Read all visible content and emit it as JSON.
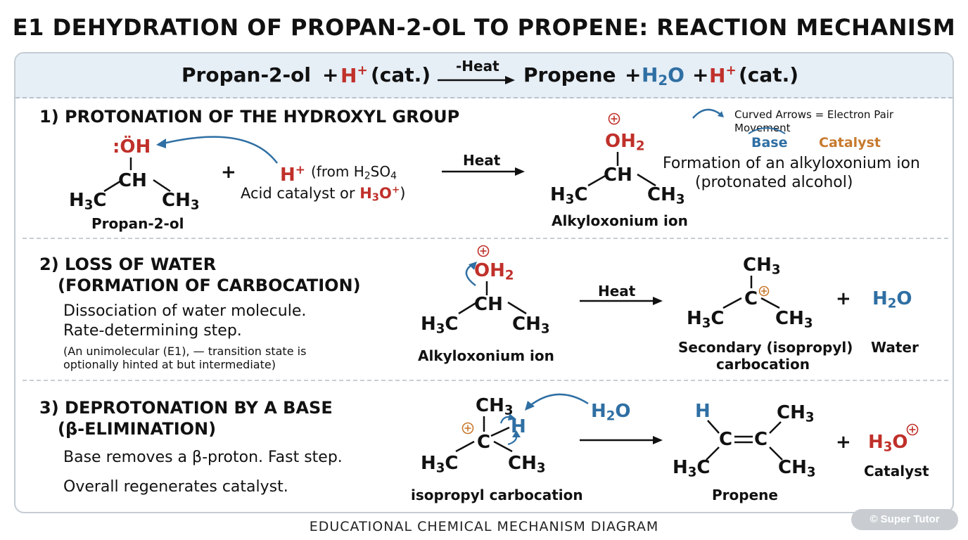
{
  "title": "E1 DEHYDRATION OF PROPAN-2-OL TO PROPENE: REACTION MECHANISM",
  "overall": {
    "reactant": "Propan-2-ol",
    "plus1": "+",
    "h_plus": "H",
    "cat1": "(cat.)",
    "arrow_label": "-Heat",
    "product": "Propene",
    "plus2": "+",
    "water_h": "H",
    "water_o": "O",
    "plus3": "+",
    "cat2": "(cat.)"
  },
  "legend": {
    "arrow_note": "Curved Arrows = Electron Pair Movement",
    "base": "Base",
    "catalyst": "Catalyst"
  },
  "step1": {
    "heading": "1) PROTONATION OF THE HYDROXYL GROUP",
    "reactant_label": "Propan-2-ol",
    "plus": "+",
    "acid_line1": "(from H",
    "acid_line1b": "SO",
    "acid_line2": "Acid catalyst or",
    "acid_line2b": ")",
    "arrow_label": "Heat",
    "product_label": "Alkyloxonium ion",
    "note1": "Formation of an alkyloxonium ion",
    "note2": "(protonated alcohol)"
  },
  "step2": {
    "heading1": "2) LOSS OF WATER",
    "heading2": "(FORMATION OF CARBOCATION)",
    "desc1": "Dissociation of water molecule.",
    "desc2": "Rate-determining step.",
    "note": "(An unimolecular (E1), — transition state is optionally hinted at but intermediate)",
    "reactant_label": "Alkyloxonium ion",
    "arrow_label": "Heat",
    "product_label1": "Secondary (isopropyl)",
    "product_label2": "carbocation",
    "plus": "+",
    "water_label": "Water"
  },
  "step3": {
    "heading1": "3) DEPROTONATION BY A BASE",
    "heading2": "(β-ELIMINATION)",
    "desc1": "Base removes a β-proton. Fast step.",
    "desc2": "Overall regenerates catalyst.",
    "reactant_label": "isopropyl carbocation",
    "base": "H",
    "base_o": "O",
    "product_label": "Propene",
    "plus": "+",
    "catalyst_label": "Catalyst"
  },
  "footer": "EDUCATIONAL CHEMICAL MECHANISM DIAGRAM",
  "watermark": "© Super Tutor",
  "colors": {
    "red": "#c0302a",
    "blue": "#2f6fa3",
    "orange": "#c77a2e",
    "banner": "#e6eef6"
  }
}
